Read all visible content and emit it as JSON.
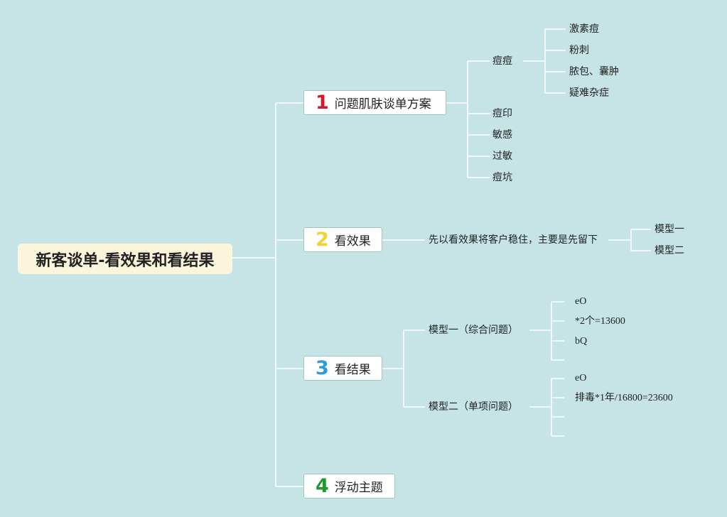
{
  "root": {
    "title": "新客谈单-看效果和看结果"
  },
  "branch1": {
    "number": "1",
    "number_color": "#d0182f",
    "title": "问题肌肤谈单方案",
    "acne": {
      "label": "痘痘",
      "children": [
        "激素痘",
        "粉刺",
        "脓包、囊肿",
        "疑难杂症"
      ]
    },
    "items": [
      "痘印",
      "敏感",
      "过敏",
      "痘坑"
    ]
  },
  "branch2": {
    "number": "2",
    "number_color": "#f2d23c",
    "title": "看效果",
    "note": "先以看效果将客户稳住，主要是先留下",
    "children": [
      "模型一",
      "模型二"
    ]
  },
  "branch3": {
    "number": "3",
    "number_color": "#2a9ed8",
    "title": "看结果",
    "model1": {
      "label": "模型一（综合问题）",
      "children": [
        "eO",
        "*2个=13600",
        "bQ",
        ""
      ]
    },
    "model2": {
      "label": "模型二（单项问题）",
      "children": [
        "eO",
        "排毒*1年/16800=23600",
        "",
        ""
      ]
    }
  },
  "branch4": {
    "number": "4",
    "number_color": "#1e9a30",
    "title": "浮动主题"
  },
  "colors": {
    "background": "#c6e3e5",
    "line": "#ffffff",
    "root_fill": "#fbf5dc",
    "box_border": "#9fc7c2"
  }
}
